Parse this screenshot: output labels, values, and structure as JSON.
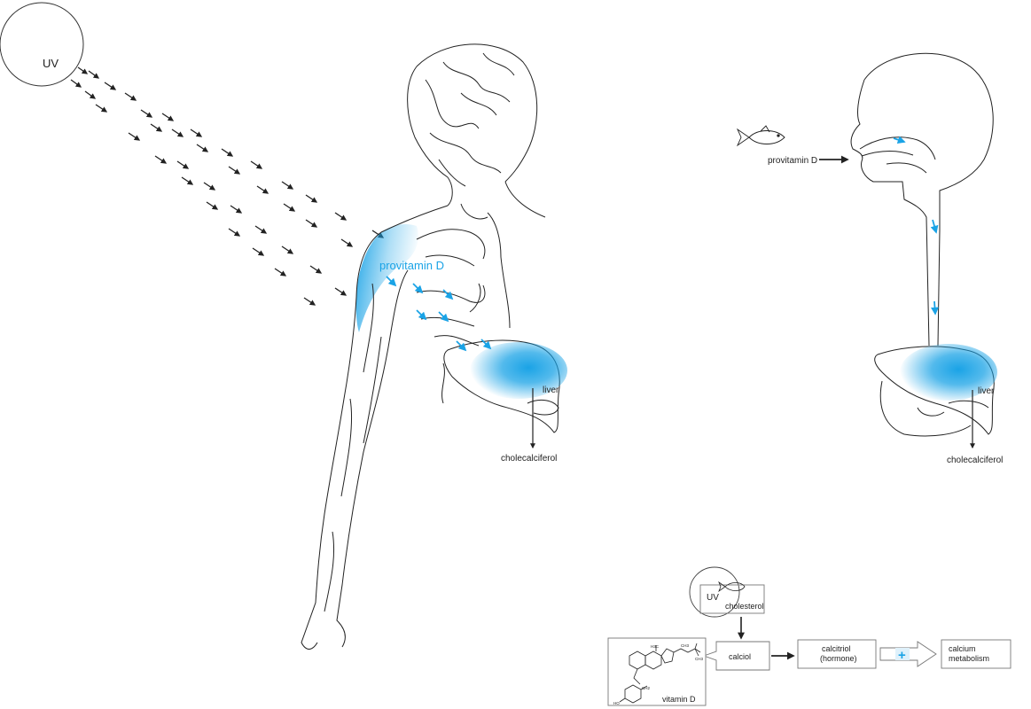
{
  "colors": {
    "accent": "#1aa3e6",
    "line": "#222222"
  },
  "labels": {
    "uv_sun": "UV",
    "skin_provitamin": "provitamin D",
    "liver_left": "liver",
    "cholecalciferol_left": "cholecalciferol",
    "diet_provitamin": "provitamin D",
    "liver_right": "liver",
    "cholecalciferol_right": "cholecalciferol"
  },
  "flow": {
    "uv": "UV",
    "cholesterol": "cholesterol",
    "calciol": "calciol",
    "calcitriol_line1": "calcitriol",
    "calcitriol_line2": "(hormone)",
    "calcium_line1": "calcium",
    "calcium_line2": "metabolism",
    "vitamin_d": "vitamin D",
    "plus_sign": "+",
    "chem_ch3_a": "CH3",
    "chem_h3c": "H3C",
    "chem_ch3_b": "CH3",
    "chem_ho": "HO",
    "chem_ch2": "CH2"
  },
  "icons": [
    "sun-icon",
    "fish-icon",
    "arrow-icon",
    "plus-arrow-icon"
  ]
}
